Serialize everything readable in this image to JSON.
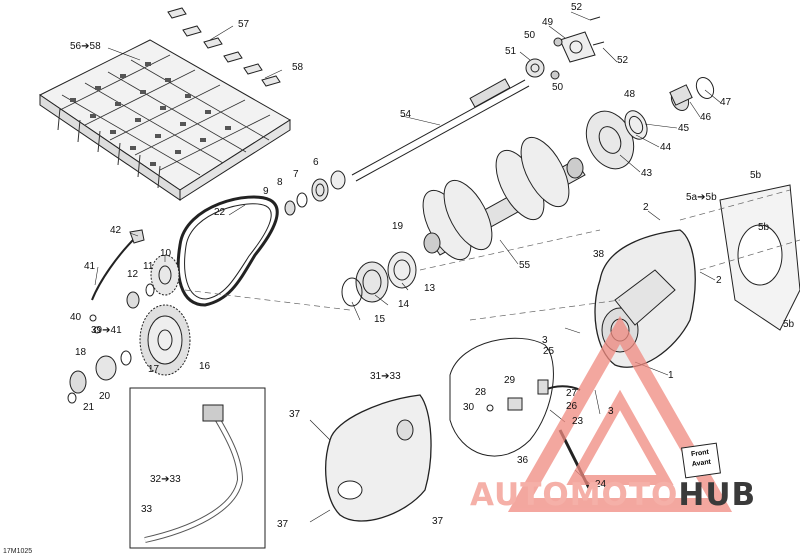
{
  "diagram_ref": "17M1025",
  "watermark": {
    "part1": "AUTOMOTO",
    "part2": "HUB",
    "color_light": "#f5b0a8",
    "color_dark": "#3a3a3a"
  },
  "front_label": {
    "line1": "Front",
    "line2": "Avant"
  },
  "callouts": [
    {
      "id": "c52a",
      "text": "52"
    },
    {
      "id": "c49",
      "text": "49"
    },
    {
      "id": "c50a",
      "text": "50"
    },
    {
      "id": "c51",
      "text": "51"
    },
    {
      "id": "c52b",
      "text": "52"
    },
    {
      "id": "c50b",
      "text": "50"
    },
    {
      "id": "c57",
      "text": "57"
    },
    {
      "id": "c56",
      "text": "56➔58"
    },
    {
      "id": "c58",
      "text": "58"
    },
    {
      "id": "c54",
      "text": "54"
    },
    {
      "id": "c48",
      "text": "48"
    },
    {
      "id": "c47",
      "text": "47"
    },
    {
      "id": "c46",
      "text": "46"
    },
    {
      "id": "c45",
      "text": "45"
    },
    {
      "id": "c44",
      "text": "44"
    },
    {
      "id": "c43",
      "text": "43"
    },
    {
      "id": "c6",
      "text": "6"
    },
    {
      "id": "c7",
      "text": "7"
    },
    {
      "id": "c8",
      "text": "8"
    },
    {
      "id": "c9",
      "text": "9"
    },
    {
      "id": "c22",
      "text": "22"
    },
    {
      "id": "c19",
      "text": "19"
    },
    {
      "id": "c5b1",
      "text": "5b"
    },
    {
      "id": "c5a",
      "text": "5a➔5b"
    },
    {
      "id": "c2a",
      "text": "2"
    },
    {
      "id": "c5b2",
      "text": "5b"
    },
    {
      "id": "c42",
      "text": "42"
    },
    {
      "id": "c10",
      "text": "10"
    },
    {
      "id": "c41",
      "text": "41"
    },
    {
      "id": "c11",
      "text": "11"
    },
    {
      "id": "c12",
      "text": "12"
    },
    {
      "id": "c55",
      "text": "55"
    },
    {
      "id": "c38",
      "text": "38"
    },
    {
      "id": "c2b",
      "text": "2"
    },
    {
      "id": "c13",
      "text": "13"
    },
    {
      "id": "c14",
      "text": "14"
    },
    {
      "id": "c15",
      "text": "15"
    },
    {
      "id": "c40",
      "text": "40"
    },
    {
      "id": "c39",
      "text": "39➔41"
    },
    {
      "id": "c3a",
      "text": "3"
    },
    {
      "id": "c25",
      "text": "25"
    },
    {
      "id": "c5b3",
      "text": "5b"
    },
    {
      "id": "c18",
      "text": "18"
    },
    {
      "id": "c16",
      "text": "16"
    },
    {
      "id": "c17",
      "text": "17"
    },
    {
      "id": "c1",
      "text": "1"
    },
    {
      "id": "c31",
      "text": "31➔33"
    },
    {
      "id": "c28",
      "text": "28"
    },
    {
      "id": "c29",
      "text": "29"
    },
    {
      "id": "c27",
      "text": "27"
    },
    {
      "id": "c26",
      "text": "26"
    },
    {
      "id": "c20",
      "text": "20"
    },
    {
      "id": "c21",
      "text": "21"
    },
    {
      "id": "c30",
      "text": "30"
    },
    {
      "id": "c3b",
      "text": "3"
    },
    {
      "id": "c23",
      "text": "23"
    },
    {
      "id": "c37a",
      "text": "37"
    },
    {
      "id": "c36",
      "text": "36"
    },
    {
      "id": "c32",
      "text": "32➔33"
    },
    {
      "id": "c24",
      "text": "24"
    },
    {
      "id": "c33",
      "text": "33"
    },
    {
      "id": "c37b",
      "text": "37"
    },
    {
      "id": "c37c",
      "text": "37"
    }
  ]
}
